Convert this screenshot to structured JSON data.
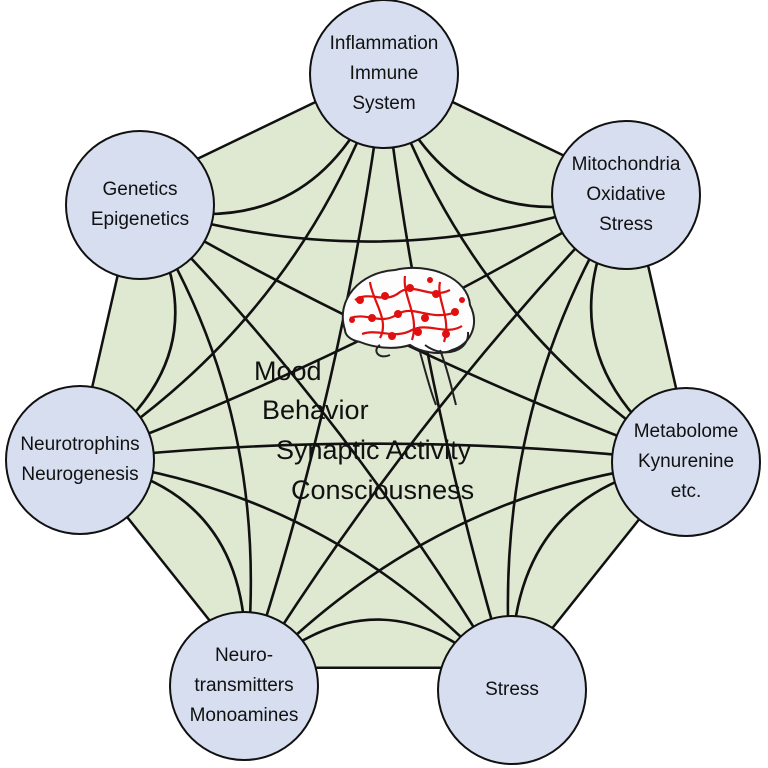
{
  "colors": {
    "heptagon_fill": "#dfe9d2",
    "node_fill": "#d6def0",
    "stroke": "#111111",
    "brain_highlight": "#e01010"
  },
  "nodes": [
    {
      "id": "inflammation",
      "lines": [
        "Inflammation",
        "Immune",
        "System"
      ]
    },
    {
      "id": "mitochondria",
      "lines": [
        "Mitochondria",
        "Oxidative",
        "Stress"
      ]
    },
    {
      "id": "metabolome",
      "lines": [
        "Metabolome",
        "Kynurenine",
        "etc."
      ]
    },
    {
      "id": "stress",
      "lines": [
        "Stress"
      ]
    },
    {
      "id": "neurotransmitters",
      "lines": [
        "Neuro-",
        "transmitters",
        "Monoamines"
      ]
    },
    {
      "id": "neurotrophins",
      "lines": [
        "Neurotrophins",
        "Neurogenesis"
      ]
    },
    {
      "id": "genetics",
      "lines": [
        "Genetics",
        "Epigenetics"
      ]
    }
  ],
  "center": {
    "icon": "brain-icon",
    "lines": [
      "Mood",
      "Behavior",
      "Synaptic Activity",
      "Consciousness"
    ]
  }
}
